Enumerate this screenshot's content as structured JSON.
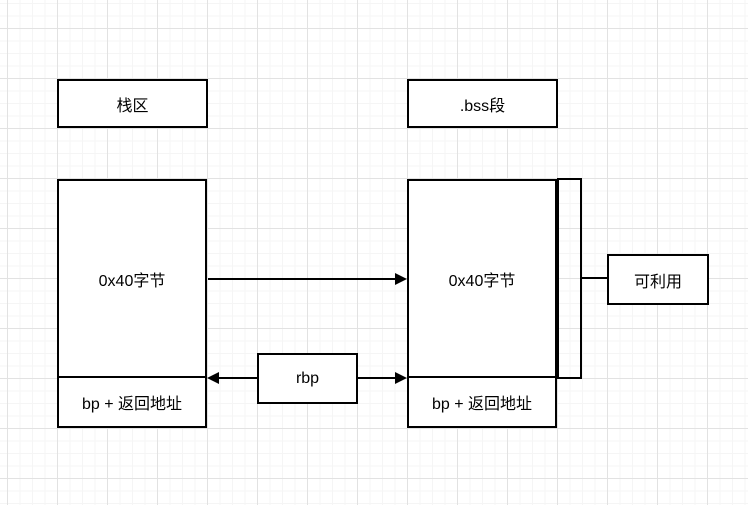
{
  "canvas": {
    "background_color": "#ffffff",
    "grid_minor_color": "#f5f5f5",
    "grid_major_color": "#e2e2e2",
    "stroke_color": "#000000"
  },
  "shapes": {
    "stack_title": "栈区",
    "bss_title": ".bss段",
    "stack_box": {
      "size_text": "0x40字节",
      "frame_text": "bp + 返回地址"
    },
    "bss_box": {
      "size_text": "0x40字节",
      "frame_text": "bp + 返回地址"
    },
    "rbp_label": "rbp",
    "usable_label": "可利用"
  }
}
